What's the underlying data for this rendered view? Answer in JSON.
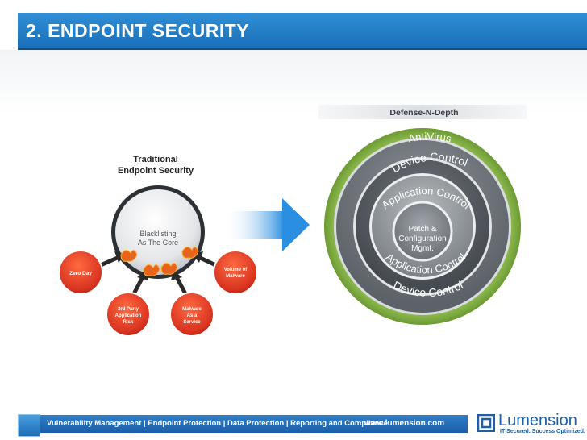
{
  "slide": {
    "title": "2. ENDPOINT SECURITY"
  },
  "traditional": {
    "heading_line1": "Traditional",
    "heading_line2": "Endpoint Security",
    "core_line1": "Blacklisting",
    "core_line2": "As The Core",
    "threats": {
      "zero_day": "Zero Day",
      "volume_line1": "Volume of",
      "volume_line2": "Malware",
      "third_party_line1": "3rd Party",
      "third_party_line2": "Application",
      "third_party_line3": "Risk",
      "maas_line1": "Malware",
      "maas_line2": "As a",
      "maas_line3": "Service"
    }
  },
  "defense": {
    "header": "Defense-N-Depth",
    "ring_antivirus": "AntiVirus",
    "ring_device_top": "Device Control",
    "ring_device_bottom": "Device Control",
    "ring_app_top": "Application Control",
    "ring_app_bottom": "Application Control",
    "center_line1": "Patch &",
    "center_line2": "Configuration",
    "center_line3": "Mgmt."
  },
  "footer": {
    "tagline": "Vulnerability Management  |  Endpoint Protection  |  Data Protection  |  Reporting and Compliance",
    "url": "www.lumension.com",
    "brand": "Lumension",
    "brand_tag": "IT Secured. Success Optimized."
  },
  "colors": {
    "title_blue": "#1f7cc8",
    "threat_red": "#d8321f",
    "ring_green": "#8db84a",
    "arrow_blue": "#3a9ae0"
  }
}
